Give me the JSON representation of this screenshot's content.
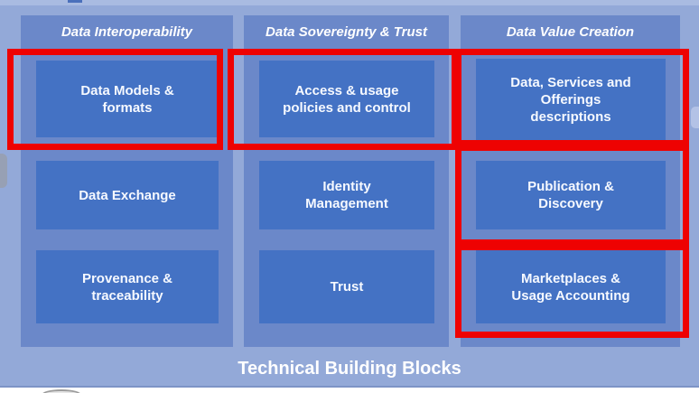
{
  "slide": {
    "caption": "Technical Building Blocks"
  },
  "columns": [
    {
      "header": "Data Interoperability",
      "blocks": [
        "Data Models &\nformats",
        "Data Exchange",
        "Provenance &\ntraceability"
      ]
    },
    {
      "header": "Data Sovereignty & Trust",
      "blocks": [
        "Access & usage\npolicies and control",
        "Identity\nManagement",
        "Trust"
      ]
    },
    {
      "header": "Data Value Creation",
      "blocks": [
        "Data, Services and\nOfferings\ndescriptions",
        "Publication &\nDiscovery",
        "Marketplaces &\nUsage Accounting"
      ]
    }
  ],
  "annotations": {
    "highlight_color": "#ee0202",
    "highlighted_blocks": [
      "Data Models & formats",
      "Access & usage policies and control",
      "Data, Services and Offerings descriptions",
      "Publication & Discovery",
      "Marketplaces & Usage Accounting"
    ]
  },
  "colors": {
    "background": "#93a9d8",
    "panel": "#6b88c9",
    "block": "#4472c4",
    "text": "#ffffff"
  }
}
